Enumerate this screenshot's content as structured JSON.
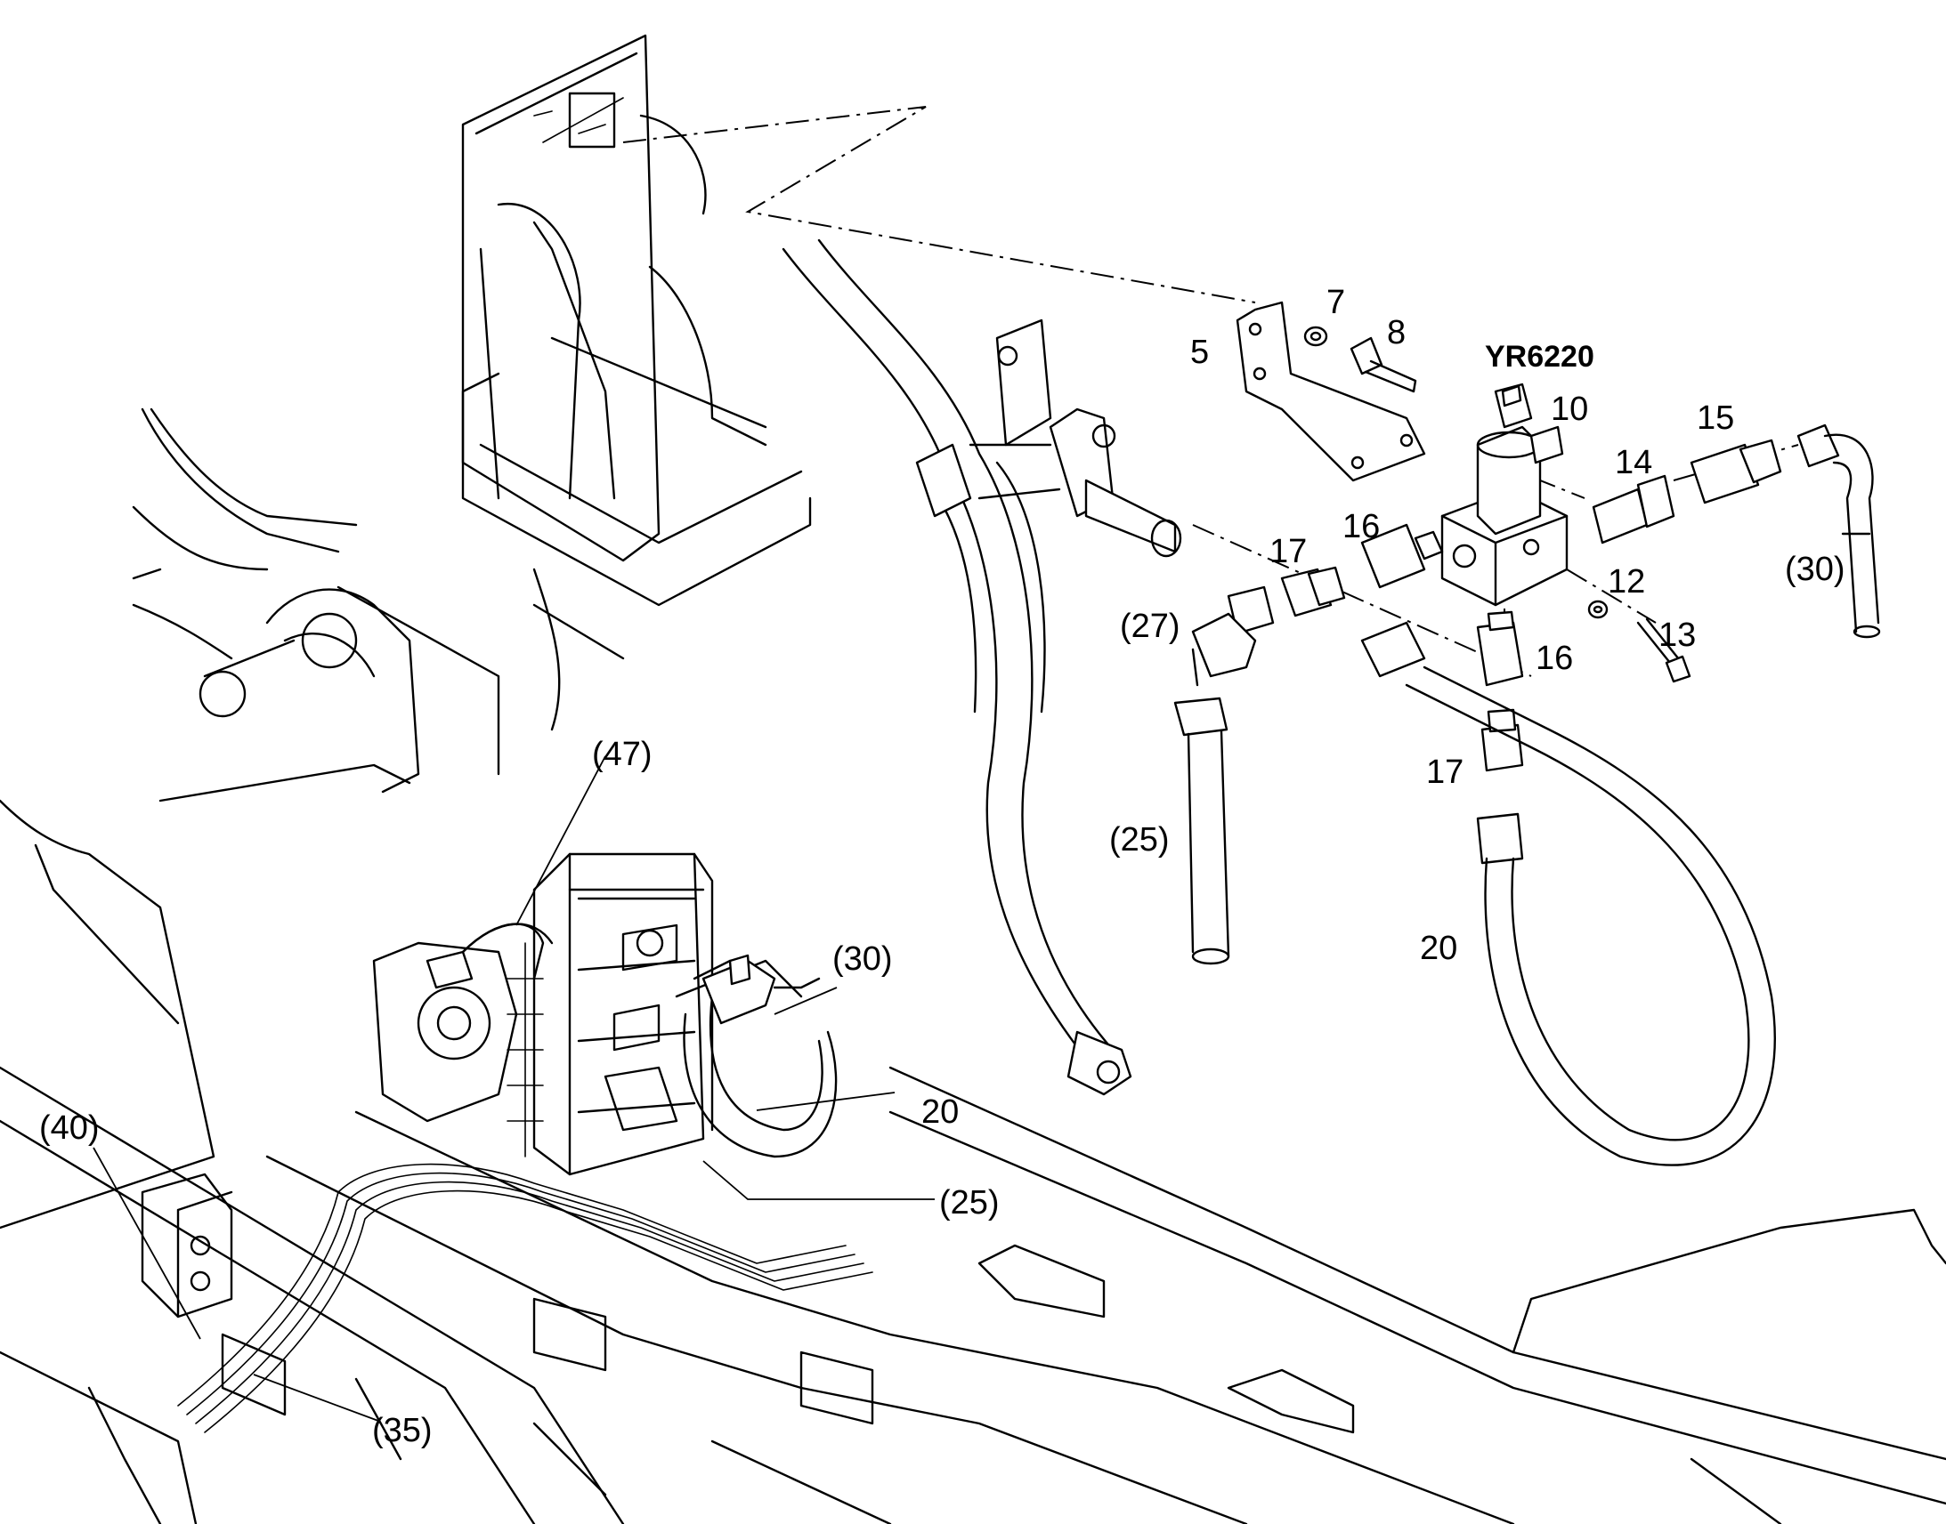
{
  "diagram": {
    "model_code": "YR6220",
    "callouts": [
      {
        "id": "c5",
        "text": "5"
      },
      {
        "id": "c7",
        "text": "7"
      },
      {
        "id": "c8",
        "text": "8"
      },
      {
        "id": "c10",
        "text": "10"
      },
      {
        "id": "c12",
        "text": "12"
      },
      {
        "id": "c13",
        "text": "13"
      },
      {
        "id": "c14",
        "text": "14"
      },
      {
        "id": "c15",
        "text": "15"
      },
      {
        "id": "c16a",
        "text": "16"
      },
      {
        "id": "c16b",
        "text": "16"
      },
      {
        "id": "c17a",
        "text": "17"
      },
      {
        "id": "c17b",
        "text": "17"
      },
      {
        "id": "c20a",
        "text": "20"
      },
      {
        "id": "c20b",
        "text": "20"
      },
      {
        "id": "c25a",
        "text": "(25)"
      },
      {
        "id": "c25b",
        "text": "(25)"
      },
      {
        "id": "c27",
        "text": "(27)"
      },
      {
        "id": "c30a",
        "text": "(30)"
      },
      {
        "id": "c30b",
        "text": "(30)"
      },
      {
        "id": "c35",
        "text": "(35)"
      },
      {
        "id": "c40",
        "text": "(40)"
      },
      {
        "id": "c47",
        "text": "(47)"
      }
    ]
  }
}
